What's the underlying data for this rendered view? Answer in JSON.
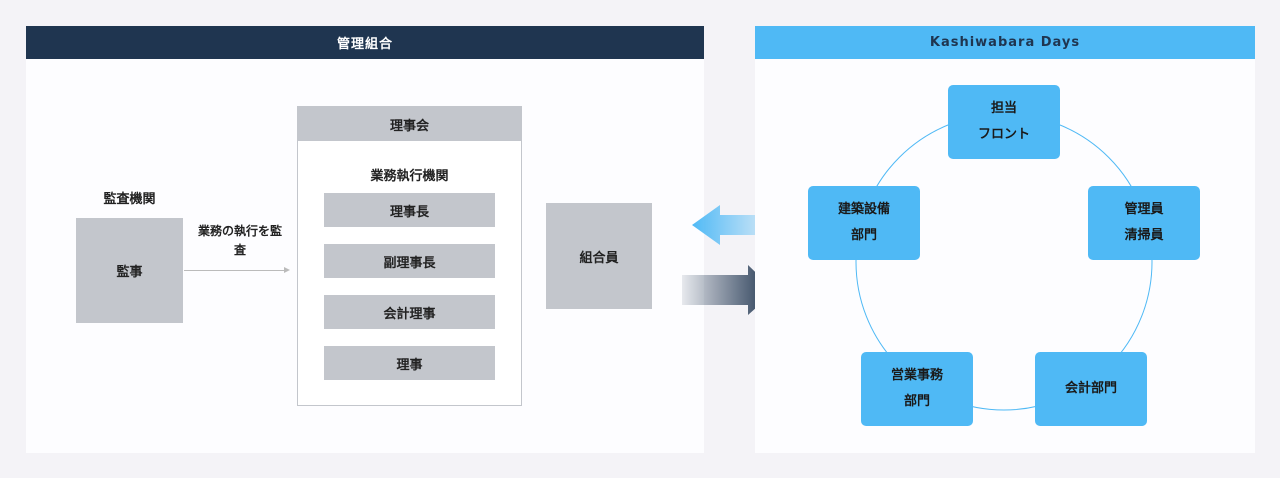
{
  "left": {
    "title": "管理組合",
    "audit_org": "監査機関",
    "auditor": "監事",
    "audit_arrow_label": "業務の執行を監査",
    "board": {
      "title": "理事会",
      "subtitle": "業務執行機関",
      "members": [
        "理事長",
        "副理事長",
        "会計理事",
        "理事"
      ]
    },
    "member": "組合員"
  },
  "right": {
    "title": "Kashiwabara Days",
    "nodes": [
      {
        "line1": "担当",
        "line2": "フロント"
      },
      {
        "line1": "管理員",
        "line2": "清掃員"
      },
      {
        "line1": "会計部門",
        "line2": ""
      },
      {
        "line1": "営業事務",
        "line2": "部門"
      },
      {
        "line1": "建築設備",
        "line2": "部門"
      }
    ]
  },
  "colors": {
    "left_header": "#1f3550",
    "right_header": "#4fb9f5",
    "node": "#4fb9f5",
    "box": "#c3c6cc"
  }
}
